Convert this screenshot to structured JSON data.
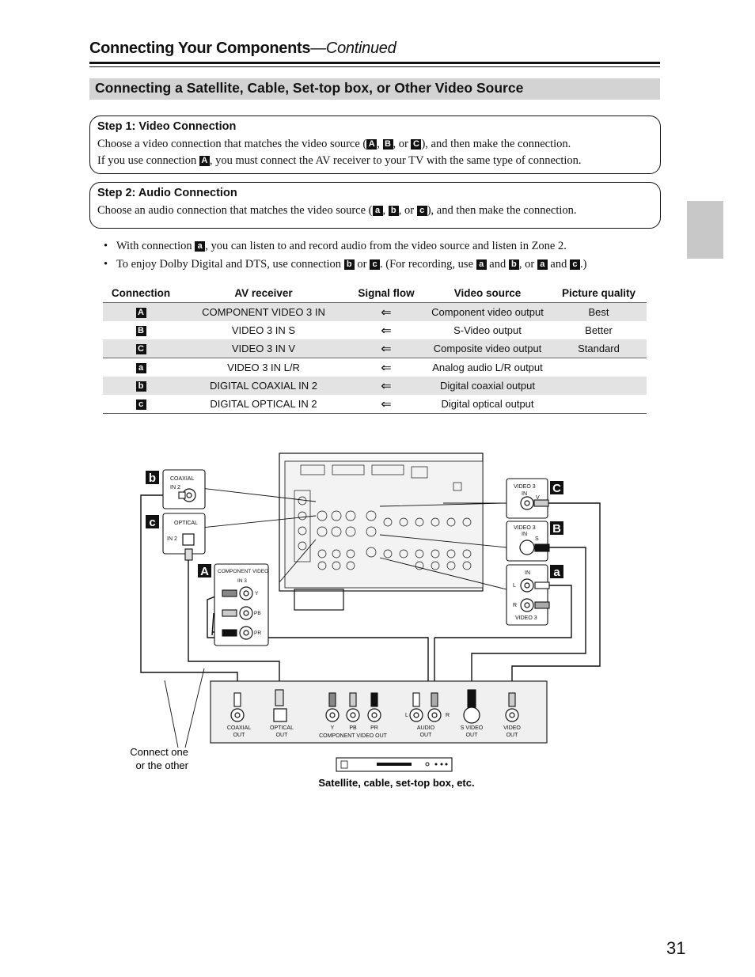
{
  "header": {
    "title": "Connecting Your Components",
    "continued": "—Continued"
  },
  "section_title": "Connecting a Satellite, Cable, Set-top box, or Other Video Source",
  "step1": {
    "title": "Step 1: Video Connection",
    "line1_a": "Choose a video connection that matches the video source (",
    "line1_b": ", or ",
    "line1_c": "), and then make the connection.",
    "line2_a": "If you use connection ",
    "line2_b": ", you must connect the AV receiver to your TV with the same type of connection."
  },
  "step2": {
    "title": "Step 2: Audio Connection",
    "line1_a": "Choose an audio connection that matches the video source (",
    "line1_b": ", or ",
    "line1_c": "), and then make the connection."
  },
  "badges": {
    "A": "A",
    "B": "B",
    "C": "C",
    "a": "a",
    "b": "b",
    "c": "c"
  },
  "bullets": {
    "b1_a": "With connection ",
    "b1_b": ", you can listen to and record audio from the video source and listen in Zone 2.",
    "b2_a": "To enjoy Dolby Digital and DTS, use connection ",
    "b2_b": " or ",
    "b2_c": ". (For recording, use ",
    "b2_d": " and ",
    "b2_e": ", or ",
    "b2_f": " and ",
    "b2_g": ".)"
  },
  "table": {
    "headers": [
      "Connection",
      "AV receiver",
      "Signal flow",
      "Video source",
      "Picture quality"
    ],
    "rows": [
      {
        "conn": "A",
        "receiver": "COMPONENT VIDEO 3 IN",
        "flow": "⇐",
        "source": "Component video output",
        "quality": "Best"
      },
      {
        "conn": "B",
        "receiver": "VIDEO 3 IN S",
        "flow": "⇐",
        "source": "S-Video output",
        "quality": "Better"
      },
      {
        "conn": "C",
        "receiver": "VIDEO 3 IN V",
        "flow": "⇐",
        "source": "Composite video output",
        "quality": "Standard"
      },
      {
        "conn": "a",
        "receiver": "VIDEO 3 IN L/R",
        "flow": "⇐",
        "source": "Analog audio L/R output",
        "quality": ""
      },
      {
        "conn": "b",
        "receiver": "DIGITAL COAXIAL IN 2",
        "flow": "⇐",
        "source": "Digital coaxial output",
        "quality": ""
      },
      {
        "conn": "c",
        "receiver": "DIGITAL OPTICAL IN 2",
        "flow": "⇐",
        "source": "Digital optical output",
        "quality": ""
      }
    ]
  },
  "diagram": {
    "coaxial_in": "COAXIAL",
    "coaxial_in2": "IN 2",
    "optical": "OPTICAL",
    "optical_in2": "IN 2",
    "component_video": "COMPONENT VIDEO",
    "component_in3": "IN 3",
    "y": "Y",
    "pb": "PB",
    "pr": "PR",
    "video3_v_title": "VIDEO 3",
    "video3_v_in": "IN",
    "video3_v": "V",
    "video3_s_title": "VIDEO 3",
    "video3_s_in": "IN",
    "video3_s": "S",
    "audio_in": "IN",
    "audio_l": "L",
    "audio_r": "R",
    "audio_video3": "VIDEO 3",
    "src_coaxial": "COAXIAL",
    "src_coaxial_out": "OUT",
    "src_optical": "OPTICAL",
    "src_optical_out": "OUT",
    "src_y": "Y",
    "src_pb": "PB",
    "src_pr": "PR",
    "src_component": "COMPONENT VIDEO OUT",
    "src_l": "L",
    "src_r": "R",
    "src_audio": "AUDIO",
    "src_audio_out": "OUT",
    "src_svideo": "S VIDEO",
    "src_svideo_out": "OUT",
    "src_video": "VIDEO",
    "src_video_out": "OUT",
    "connect_one_1": "Connect one",
    "connect_one_2": "or the other",
    "device_caption": "Satellite, cable, set-top box, etc."
  },
  "page_number": "31"
}
